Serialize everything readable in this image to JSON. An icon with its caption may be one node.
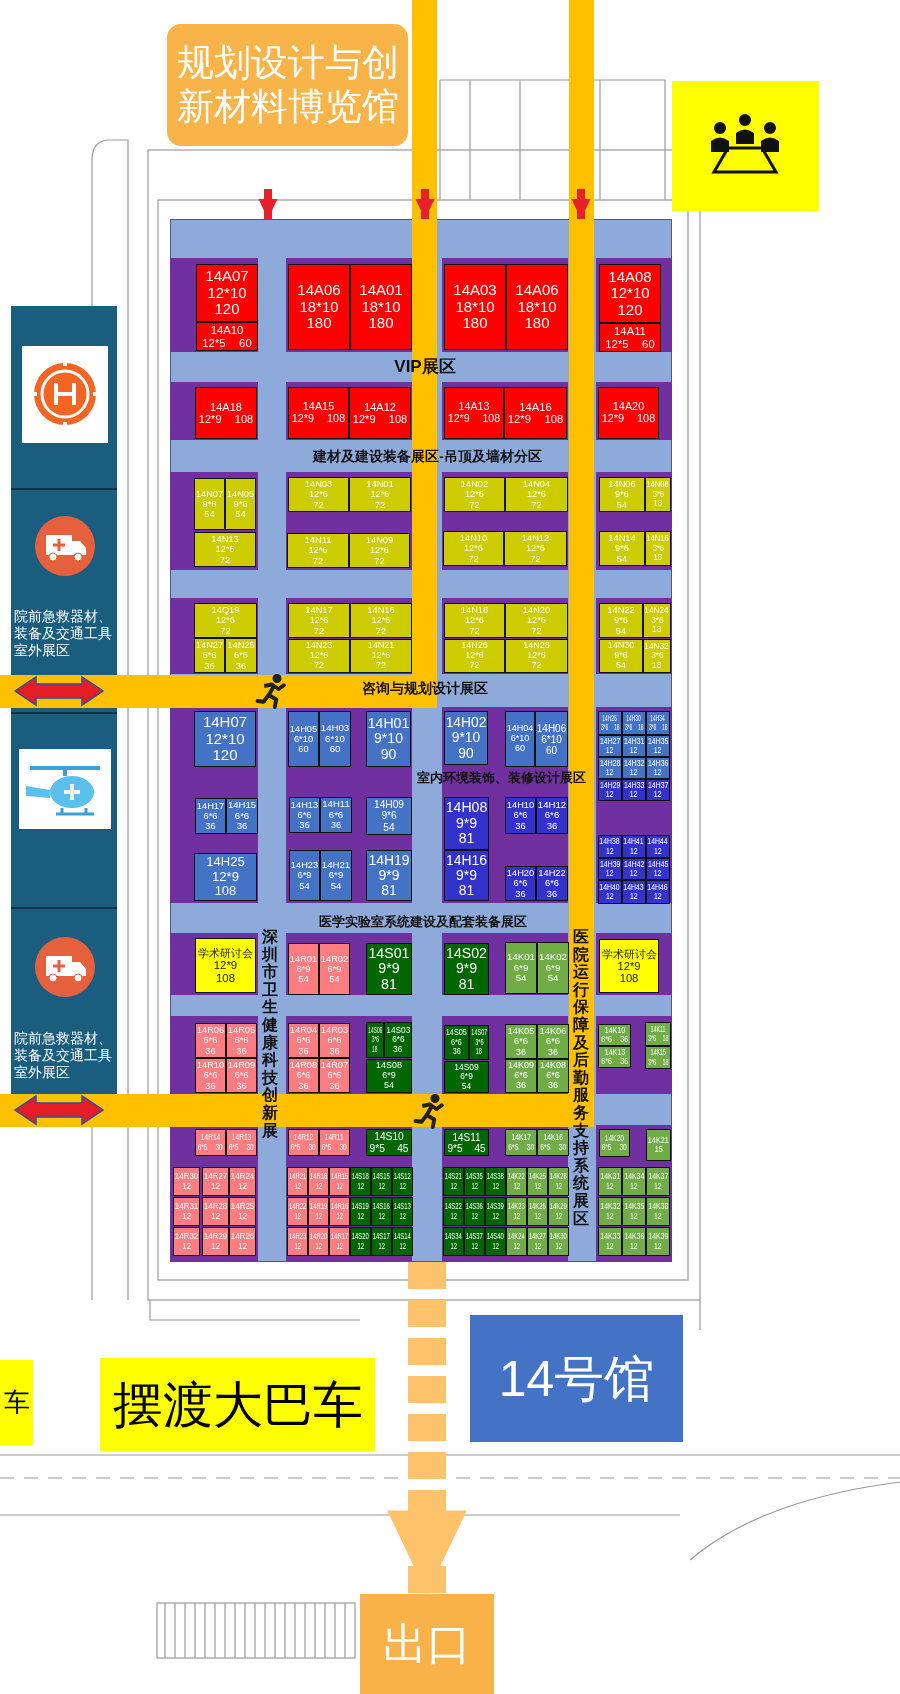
{
  "diagram": {
    "nodes": [
      {
        "text": [
          "规划设计与创新材料博览馆"
        ]
      },
      {
        "text": [],
        "shape": "box"
      },
      {
        "text": [
          "14A07",
          "12*10",
          "120"
        ],
        "in": 1
      },
      {
        "text": [
          "14A06",
          "18*10",
          "180"
        ],
        "in": 1
      },
      {
        "text": [
          "14A01",
          "18*10",
          "180"
        ],
        "in": 1
      },
      {
        "text": [
          "14A03",
          "18*10",
          "180"
        ],
        "in": 1
      },
      {
        "text": [
          "14A06",
          "18*10",
          "180"
        ],
        "in": 1
      },
      {
        "text": [
          "14A08",
          "12*10",
          "120"
        ],
        "in": 1
      },
      {
        "text": [
          "14A10",
          "12*5",
          "60"
        ],
        "in": 1
      },
      {
        "text": [
          "14A11",
          "12*5",
          "60"
        ],
        "in": 1
      },
      {
        "text": [
          "14A18",
          "12*9",
          "108"
        ],
        "in": 1
      },
      {
        "text": [
          "14A15",
          "12*9",
          "108"
        ],
        "in": 1
      },
      {
        "text": [
          "14A12",
          "12*9",
          "108"
        ],
        "in": 1
      },
      {
        "text": [
          "14A13",
          "12*9",
          "108"
        ],
        "in": 1
      },
      {
        "text": [
          "14A16",
          "12*9",
          "108"
        ],
        "in": 1
      },
      {
        "text": [
          "14A20",
          "12*9",
          "108"
        ],
        "in": 1
      },
      {
        "text": [
          "14N07",
          "9*6",
          "54"
        ],
        "in": 1
      },
      {
        "text": [
          "14N05",
          "9*6",
          "54"
        ],
        "in": 1
      },
      {
        "text": [
          "14N03",
          "12*6",
          "72"
        ],
        "in": 1
      },
      {
        "text": [
          "14N01",
          "12*6",
          "72"
        ],
        "in": 1
      },
      {
        "text": [
          "14N02",
          "12*6",
          "72"
        ],
        "in": 1
      },
      {
        "text": [
          "14N04",
          "12*6",
          "72"
        ],
        "in": 1
      },
      {
        "text": [
          "14N06",
          "9*6",
          "54"
        ],
        "in": 1
      },
      {
        "text": [
          "14N08",
          "3*6",
          "18"
        ],
        "in": 1
      },
      {
        "text": [
          "14N13",
          "12*6",
          "72"
        ],
        "in": 1
      },
      {
        "text": [
          "14N11",
          "12*6",
          "72"
        ],
        "in": 1
      },
      {
        "text": [
          "14N09",
          "12*6",
          "72"
        ],
        "in": 1
      },
      {
        "text": [
          "14N10",
          "12*6",
          "72"
        ],
        "in": 1
      },
      {
        "text": [
          "14N12",
          "12*6",
          "72"
        ],
        "in": 1
      },
      {
        "text": [
          "14N14",
          "9*6",
          "54"
        ],
        "in": 1
      },
      {
        "text": [
          "14N16",
          "3*6",
          "18"
        ],
        "in": 1
      },
      {
        "text": [
          "14Q19",
          "12*6",
          "72"
        ],
        "in": 1
      },
      {
        "text": [
          "14N17",
          "12*6",
          "72"
        ],
        "in": 1
      },
      {
        "text": [
          "14N16",
          "12*6",
          "72"
        ],
        "in": 1
      },
      {
        "text": [
          "14N18",
          "12*6",
          "72"
        ],
        "in": 1
      },
      {
        "text": [
          "14N20",
          "12*6",
          "72"
        ],
        "in": 1
      },
      {
        "text": [
          "14N22",
          "9*6",
          "54"
        ],
        "in": 1
      },
      {
        "text": [
          "14N24",
          "3*6",
          "18"
        ],
        "in": 1
      },
      {
        "text": [
          "14N27",
          "6*6",
          "36"
        ],
        "in": 1
      },
      {
        "text": [
          "14N25",
          "6*6",
          "36"
        ],
        "in": 1
      },
      {
        "text": [
          "14N23",
          "12*6",
          "72"
        ],
        "in": 1
      },
      {
        "text": [
          "14N21",
          "12*6",
          "72"
        ],
        "in": 1
      },
      {
        "text": [
          "14N26",
          "12*6",
          "72"
        ],
        "in": 1
      },
      {
        "text": [
          "14N28",
          "12*6",
          "72"
        ],
        "in": 1
      },
      {
        "text": [
          "14N30",
          "9*6",
          "54"
        ],
        "in": 1
      },
      {
        "text": [
          "14N32",
          "3*6",
          "18"
        ],
        "in": 1
      },
      {
        "text": [
          "14H07",
          "12*10",
          "120"
        ],
        "in": 1
      },
      {
        "text": [
          "14H05",
          "6*10",
          "60"
        ],
        "in": 1
      },
      {
        "text": [
          "14H03",
          "6*10",
          "60"
        ],
        "in": 1
      },
      {
        "text": [
          "14H01",
          "9*10",
          "90"
        ],
        "in": 1
      },
      {
        "text": [
          "14H02",
          "9*10",
          "90"
        ],
        "in": 1
      },
      {
        "text": [
          "14H04",
          "6*10",
          "60"
        ],
        "in": 1
      },
      {
        "text": [
          "14H06",
          "6*10",
          "60"
        ],
        "in": 1
      },
      {
        "text": [
          "14H26",
          "3*6",
          "18"
        ],
        "in": 1
      },
      {
        "text": [
          "14H30",
          "3*6",
          "18"
        ],
        "in": 1
      },
      {
        "text": [
          "14H34",
          "3*6",
          "18"
        ],
        "in": 1
      },
      {
        "text": [
          "14H27",
          "12"
        ],
        "in": 1
      },
      {
        "text": [
          "14H31",
          "12"
        ],
        "in": 1
      },
      {
        "text": [
          "14H35",
          "12"
        ],
        "in": 1
      },
      {
        "text": [
          "14H28",
          "12"
        ],
        "in": 1
      },
      {
        "text": [
          "14H32",
          "12"
        ],
        "in": 1
      },
      {
        "text": [
          "14H36",
          "12"
        ],
        "in": 1
      },
      {
        "text": [
          "14H29",
          "12"
        ],
        "in": 1
      },
      {
        "text": [
          "14H33",
          "12"
        ],
        "in": 1
      },
      {
        "text": [
          "14H37",
          "12"
        ],
        "in": 1
      },
      {
        "text": [
          "14H17",
          "6*6",
          "36"
        ],
        "in": 1
      },
      {
        "text": [
          "14H15",
          "6*6",
          "36"
        ],
        "in": 1
      },
      {
        "text": [
          "14H13",
          "6*6",
          "36"
        ],
        "in": 1
      },
      {
        "text": [
          "14H11",
          "6*6",
          "36"
        ],
        "in": 1
      },
      {
        "text": [
          "14H09",
          "9*6",
          "54"
        ],
        "in": 1
      },
      {
        "text": [
          "14H08",
          "9*9",
          "81"
        ],
        "in": 1
      },
      {
        "text": [
          "14H10",
          "6*6",
          "36"
        ],
        "in": 1
      },
      {
        "text": [
          "14H12",
          "6*6",
          "36"
        ],
        "in": 1
      },
      {
        "text": [
          "14H38",
          "12"
        ],
        "in": 1
      },
      {
        "text": [
          "14H41",
          "12"
        ],
        "in": 1
      },
      {
        "text": [
          "14H44",
          "12"
        ],
        "in": 1
      },
      {
        "text": [
          "14H25",
          "12*9",
          "108"
        ],
        "in": 1
      },
      {
        "text": [
          "14H23",
          "6*9",
          "54"
        ],
        "in": 1
      },
      {
        "text": [
          "14H21",
          "6*9",
          "54"
        ],
        "in": 1
      },
      {
        "text": [
          "14H19",
          "9*9",
          "81"
        ],
        "in": 1
      },
      {
        "text": [
          "14H16",
          "9*9",
          "81"
        ],
        "in": 1
      },
      {
        "text": [
          "14H20",
          "6*6",
          "36"
        ],
        "in": 1
      },
      {
        "text": [
          "14H22",
          "6*6",
          "36"
        ],
        "in": 1
      },
      {
        "text": [
          "14H39",
          "12"
        ],
        "in": 1
      },
      {
        "text": [
          "14H42",
          "12"
        ],
        "in": 1
      },
      {
        "text": [
          "14H45",
          "12"
        ],
        "in": 1
      },
      {
        "text": [
          "14H40",
          "12"
        ],
        "in": 1
      },
      {
        "text": [
          "14H43",
          "12"
        ],
        "in": 1
      },
      {
        "text": [
          "14H46",
          "12"
        ],
        "in": 1
      },
      {
        "text": [
          "学术研讨会",
          "12*9",
          "108"
        ],
        "in": 1
      },
      {
        "text": [
          "14R01",
          "6*9",
          "54"
        ],
        "in": 1
      },
      {
        "text": [
          "14R02",
          "6*9",
          "54"
        ],
        "in": 1
      },
      {
        "text": [
          "14S01",
          "9*9",
          "81"
        ],
        "in": 1
      },
      {
        "text": [
          "14S02",
          "9*9",
          "81"
        ],
        "in": 1
      },
      {
        "text": [
          "14K01",
          "6*9",
          "54"
        ],
        "in": 1
      },
      {
        "text": [
          "14K02",
          "6*9",
          "54"
        ],
        "in": 1
      },
      {
        "text": [
          "学术研讨会",
          "12*9",
          "108"
        ],
        "in": 1
      },
      {
        "text": [
          "14R06",
          "6*6",
          "36"
        ],
        "in": 1
      },
      {
        "text": [
          "14R05",
          "6*6",
          "36"
        ],
        "in": 1
      },
      {
        "text": [
          "14R04",
          "6*6",
          "36"
        ],
        "in": 1
      },
      {
        "text": [
          "14R03",
          "6*6",
          "36"
        ],
        "in": 1
      },
      {
        "text": [
          "14S06",
          "3*6",
          "18"
        ],
        "in": 1
      },
      {
        "text": [
          "14S03",
          "6*6",
          "36"
        ],
        "in": 1
      },
      {
        "text": [
          "14S05",
          "6*6",
          "36"
        ],
        "in": 1
      },
      {
        "text": [
          "14S07",
          "3*6",
          "18"
        ],
        "in": 1
      },
      {
        "text": [
          "14K05",
          "6*6",
          "36"
        ],
        "in": 1
      },
      {
        "text": [
          "14K06",
          "6*6",
          "36"
        ],
        "in": 1
      },
      {
        "text": [
          "14K10",
          "6*6",
          "36"
        ],
        "in": 1
      },
      {
        "text": [
          "14K11",
          "3*6",
          "18"
        ],
        "in": 1
      },
      {
        "text": [
          "14R10",
          "6*6",
          "36"
        ],
        "in": 1
      },
      {
        "text": [
          "14R09",
          "6*6",
          "36"
        ],
        "in": 1
      },
      {
        "text": [
          "14R08",
          "6*6",
          "36"
        ],
        "in": 1
      },
      {
        "text": [
          "14R07",
          "6*6",
          "36"
        ],
        "in": 1
      },
      {
        "text": [
          "14S08",
          "6*9",
          "54"
        ],
        "in": 1
      },
      {
        "text": [
          "14S09",
          "6*9",
          "54"
        ],
        "in": 1
      },
      {
        "text": [
          "14K09",
          "6*6",
          "36"
        ],
        "in": 1
      },
      {
        "text": [
          "14K08",
          "6*6",
          "36"
        ],
        "in": 1
      },
      {
        "text": [
          "14K13",
          "6*6",
          "36"
        ],
        "in": 1
      },
      {
        "text": [
          "14K15",
          "3*6",
          "18"
        ],
        "in": 1
      },
      {
        "text": [
          "14R14",
          "6*5",
          "30"
        ],
        "in": 1
      },
      {
        "text": [
          "14R13",
          "6*5",
          "30"
        ],
        "in": 1
      },
      {
        "text": [
          "14R12",
          "6*5",
          "30"
        ],
        "in": 1
      },
      {
        "text": [
          "14R11",
          "6*5",
          "30"
        ],
        "in": 1
      },
      {
        "text": [
          "14S10",
          "9*5",
          "45"
        ],
        "in": 1
      },
      {
        "text": [
          "14S11",
          "9*5",
          "45"
        ],
        "in": 1
      },
      {
        "text": [
          "14K17",
          "6*5",
          "30"
        ],
        "in": 1
      },
      {
        "text": [
          "14K16",
          "6*5",
          "30"
        ],
        "in": 1
      },
      {
        "text": [
          "14K20",
          "6*5",
          "30"
        ],
        "in": 1
      },
      {
        "text": [
          "14K21",
          "15"
        ],
        "in": 1
      },
      {
        "text": [
          "14R30",
          "12"
        ],
        "in": 1
      },
      {
        "text": [
          "14R27",
          "12"
        ],
        "in": 1
      },
      {
        "text": [
          "14R24",
          "12"
        ],
        "in": 1
      },
      {
        "text": [
          "14R21",
          "12"
        ],
        "in": 1
      },
      {
        "text": [
          "14R18",
          "12"
        ],
        "in": 1
      },
      {
        "text": [
          "14R15",
          "12"
        ],
        "in": 1
      },
      {
        "text": [
          "14S18",
          "12"
        ],
        "in": 1
      },
      {
        "text": [
          "14S15",
          "12"
        ],
        "in": 1
      },
      {
        "text": [
          "14S12",
          "12"
        ],
        "in": 1
      },
      {
        "text": [
          "14S21",
          "12"
        ],
        "in": 1
      },
      {
        "text": [
          "14S35",
          "12"
        ],
        "in": 1
      },
      {
        "text": [
          "14S38",
          "12"
        ],
        "in": 1
      },
      {
        "text": [
          "14K22",
          "12"
        ],
        "in": 1
      },
      {
        "text": [
          "14K25",
          "12"
        ],
        "in": 1
      },
      {
        "text": [
          "14K28",
          "12"
        ],
        "in": 1
      },
      {
        "text": [
          "14K31",
          "12"
        ],
        "in": 1
      },
      {
        "text": [
          "14K34",
          "12"
        ],
        "in": 1
      },
      {
        "text": [
          "14K37",
          "12"
        ],
        "in": 1
      },
      {
        "text": [
          "14R31",
          "12"
        ],
        "in": 1
      },
      {
        "text": [
          "14R28",
          "12"
        ],
        "in": 1
      },
      {
        "text": [
          "14R25",
          "12"
        ],
        "in": 1
      },
      {
        "text": [
          "14R22",
          "12"
        ],
        "in": 1
      },
      {
        "text": [
          "14R19",
          "12"
        ],
        "in": 1
      },
      {
        "text": [
          "14R16",
          "12"
        ],
        "in": 1
      },
      {
        "text": [
          "14S19",
          "12"
        ],
        "in": 1
      },
      {
        "text": [
          "14S16",
          "12"
        ],
        "in": 1
      },
      {
        "text": [
          "14S13",
          "12"
        ],
        "in": 1
      },
      {
        "text": [
          "14S22",
          "12"
        ],
        "in": 1
      },
      {
        "text": [
          "14S36",
          "12"
        ],
        "in": 1
      },
      {
        "text": [
          "14S39",
          "12"
        ],
        "in": 1
      },
      {
        "text": [
          "14K23",
          "12"
        ],
        "in": 1
      },
      {
        "text": [
          "14K26",
          "12"
        ],
        "in": 1
      },
      {
        "text": [
          "14K29",
          "12"
        ],
        "in": 1
      },
      {
        "text": [
          "14K32",
          "12"
        ],
        "in": 1
      },
      {
        "text": [
          "14K35",
          "12"
        ],
        "in": 1
      },
      {
        "text": [
          "14K38",
          "12"
        ],
        "in": 1
      },
      {
        "text": [
          "14R32",
          "12"
        ],
        "in": 1
      },
      {
        "text": [
          "14R29",
          "12"
        ],
        "in": 1
      },
      {
        "text": [
          "14R26",
          "12"
        ],
        "in": 1
      },
      {
        "text": [
          "14R23",
          "12"
        ],
        "in": 1
      },
      {
        "text": [
          "14R20",
          "12"
        ],
        "in": 1
      },
      {
        "text": [
          "14R17",
          "12"
        ],
        "in": 1
      },
      {
        "text": [
          "14S20",
          "12"
        ],
        "in": 1
      },
      {
        "text": [
          "14S17",
          "12"
        ],
        "in": 1
      },
      {
        "text": [
          "14S14",
          "12"
        ],
        "in": 1
      },
      {
        "text": [
          "14S34",
          "12"
        ],
        "in": 1
      },
      {
        "text": [
          "14S37",
          "12"
        ],
        "in": 1
      },
      {
        "text": [
          "14S40",
          "12"
        ],
        "in": 1
      },
      {
        "text": [
          "14K24",
          "12"
        ],
        "in": 1
      },
      {
        "text": [
          "14K27",
          "12"
        ],
        "in": 1
      },
      {
        "text": [
          "14K30",
          "12"
        ],
        "in": 1
      },
      {
        "text": [
          "14K33",
          "12"
        ],
        "in": 1
      },
      {
        "text": [
          "14K36",
          "12"
        ],
        "in": 1
      },
      {
        "text": [
          "14K39",
          "12"
        ],
        "in": 1
      },
      {
        "text": [
          "摆渡大巴车"
        ]
      },
      {
        "text": [
          "14号馆"
        ]
      },
      {
        "text": [
          "出口"
        ]
      },
      {
        "text": [
          "车"
        ]
      }
    ],
    "edges": [
      {
        "from": 1,
        "to": 185,
        "arrow": "to",
        "style": "dashed",
        "color": "#ffc46b"
      },
      {
        "from": null,
        "to": 1,
        "arrow": "to",
        "color": "#e8202a"
      },
      {
        "from": null,
        "to": 1,
        "arrow": "to",
        "color": "#e8202a"
      },
      {
        "from": null,
        "to": 1,
        "arrow": "to",
        "color": "#e8202a"
      }
    ],
    "labels": [
      "院前急救器材、装备及交通工具室外展区",
      "VIP展区",
      "建材及建设装备展区-吊顶及墙材分区",
      "咨询与规划设计展区",
      "室内环境装饰、装修设计展区",
      "医学实验室系统建设及配套装备展区",
      "深圳市卫生健康科技创新展",
      "医院运行保障及后勤服务支持系统展区",
      "院前急救器材、装备及交通工具室外展区"
    ]
  }
}
